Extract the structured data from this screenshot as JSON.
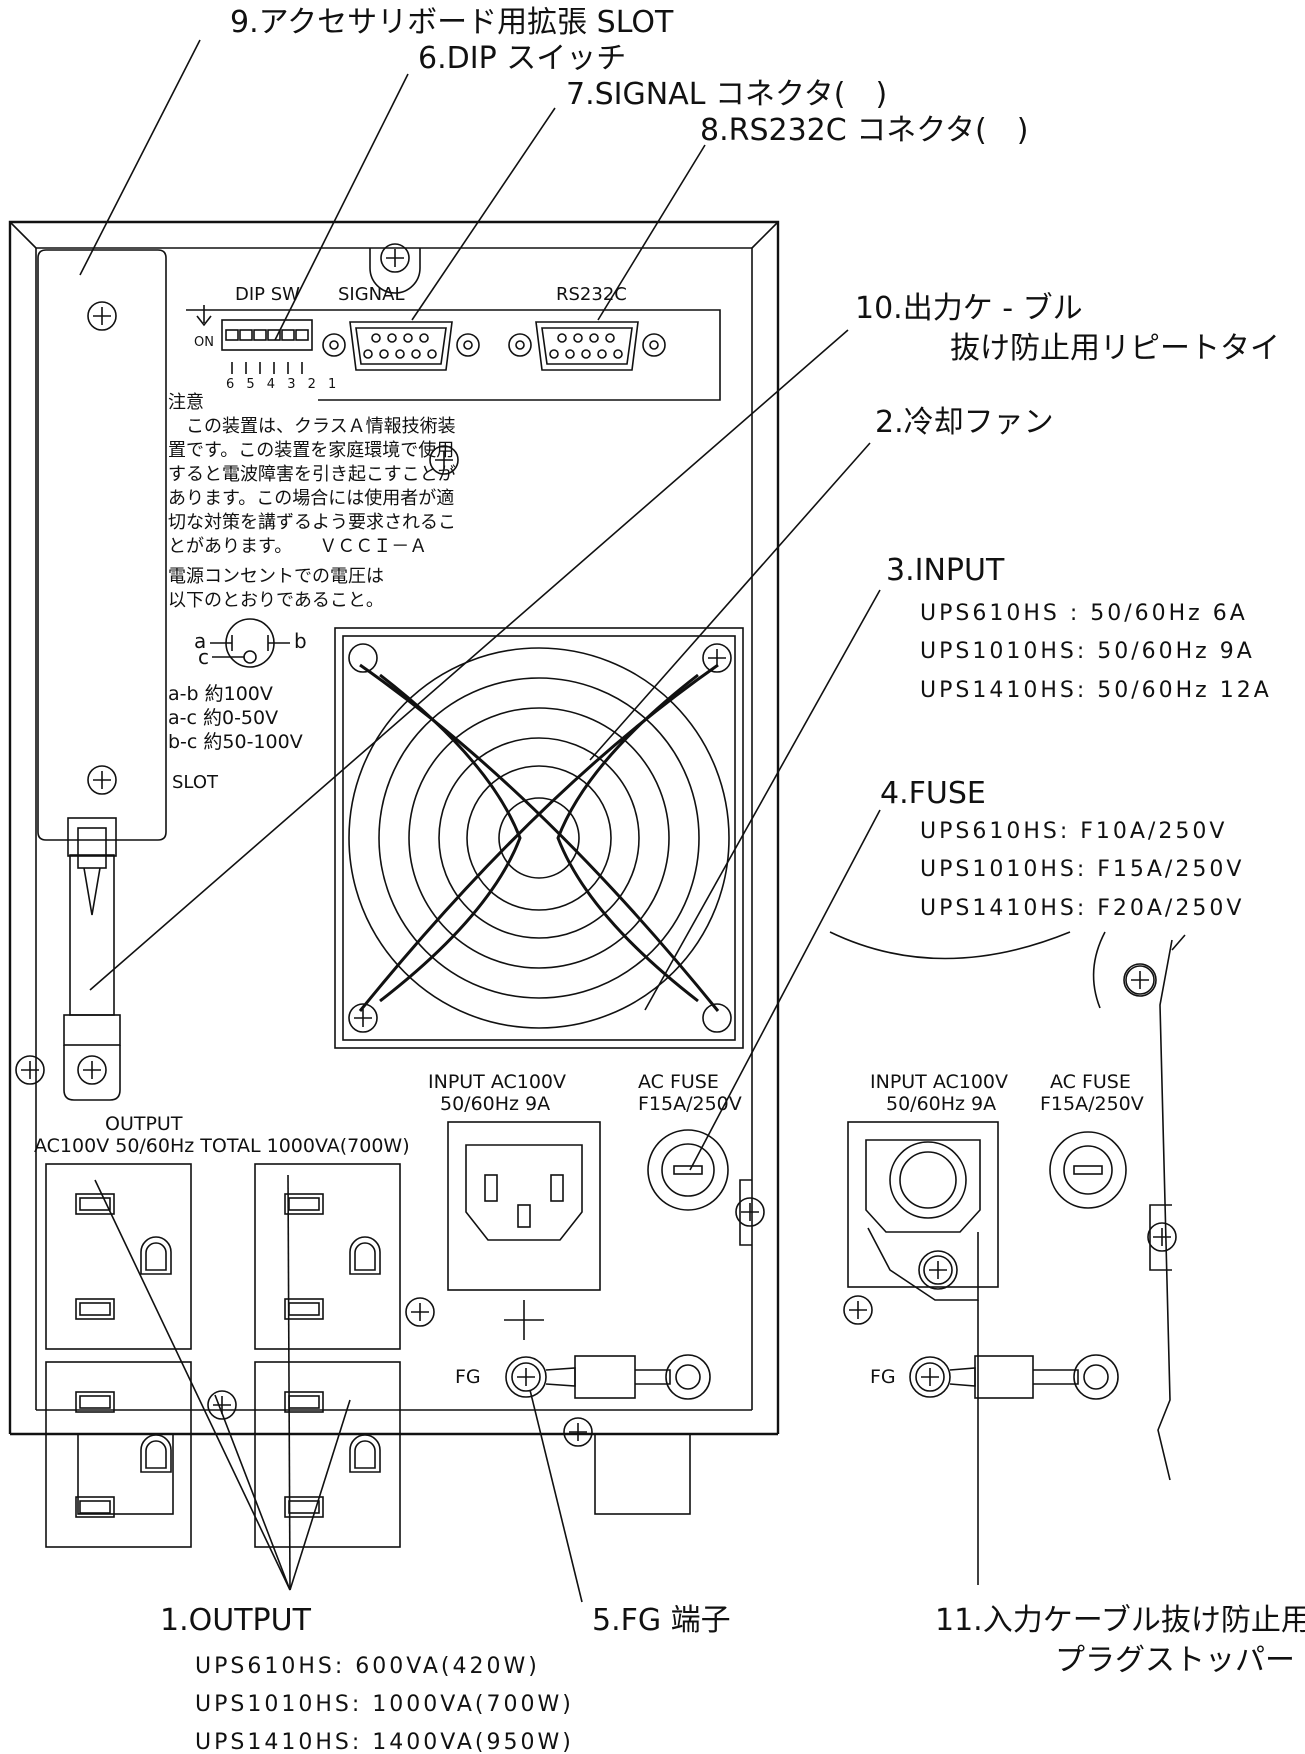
{
  "callouts": {
    "c9": "9.アクセサリボード用拡張 SLOT",
    "c6": "6.DIP スイッチ",
    "c7": "7.SIGNAL コネクタ(　)",
    "c8": "8.RS232C コネクタ(　)",
    "c10_line1": "10.出力ケ - ブル",
    "c10_line2": "抜け防止用リピートタイ",
    "c2": "2.冷却ファン",
    "c3_title": "3.INPUT",
    "c3_rows": [
      "UPS610HS : 50/60Hz 6A",
      "UPS1010HS: 50/60Hz 9A",
      "UPS1410HS: 50/60Hz 12A"
    ],
    "c4_title": "4.FUSE",
    "c4_rows": [
      "UPS610HS: F10A/250V",
      "UPS1010HS: F15A/250V",
      "UPS1410HS: F20A/250V"
    ],
    "c1_title": "1.OUTPUT",
    "c1_rows": [
      "UPS610HS:   600VA(420W)",
      "UPS1010HS: 1000VA(700W)",
      "UPS1410HS: 1400VA(950W)"
    ],
    "c5": "5.FG 端子",
    "c11_line1": "11.入力ケーブル抜け防止用",
    "c11_line2": "プラグストッパー"
  },
  "panel": {
    "dip_label": "DIP SW",
    "on_label": "ON",
    "dip_numbers": "6 5 4 3 2 1",
    "signal_label": "SIGNAL",
    "rs232c_label": "RS232C",
    "notice_lines": [
      "注意",
      "　この装置は、クラスＡ情報技術装",
      "置です。この装置を家庭環境で使用",
      "すると電波障害を引き起こすことが",
      "あります。この場合には使用者が適",
      "切な対策を講ずるよう要求されるこ",
      "とがあります。　　ＶＣＣＩ－Ａ",
      "電源コンセントでの電圧は",
      "以下のとおりであること。"
    ],
    "plug_a": "a",
    "plug_b": "b",
    "plug_c": "c",
    "voltages": [
      "a-b 約100V",
      "a-c 約0-50V",
      "b-c 約50-100V"
    ],
    "slot_label": "SLOT",
    "output_line1": "OUTPUT",
    "output_line2": "AC100V 50/60Hz TOTAL 1000VA(700W)",
    "input_line1": "INPUT AC100V",
    "input_line2": "50/60Hz 9A",
    "fuse_line1": "AC FUSE",
    "fuse_line2": "F15A/250V",
    "fg_label": "FG",
    "detail_input_line1": "INPUT AC100V",
    "detail_input_line2": "50/60Hz 9A",
    "detail_fuse_line1": "AC FUSE",
    "detail_fuse_line2": "F15A/250V",
    "detail_fg_label": "FG"
  }
}
